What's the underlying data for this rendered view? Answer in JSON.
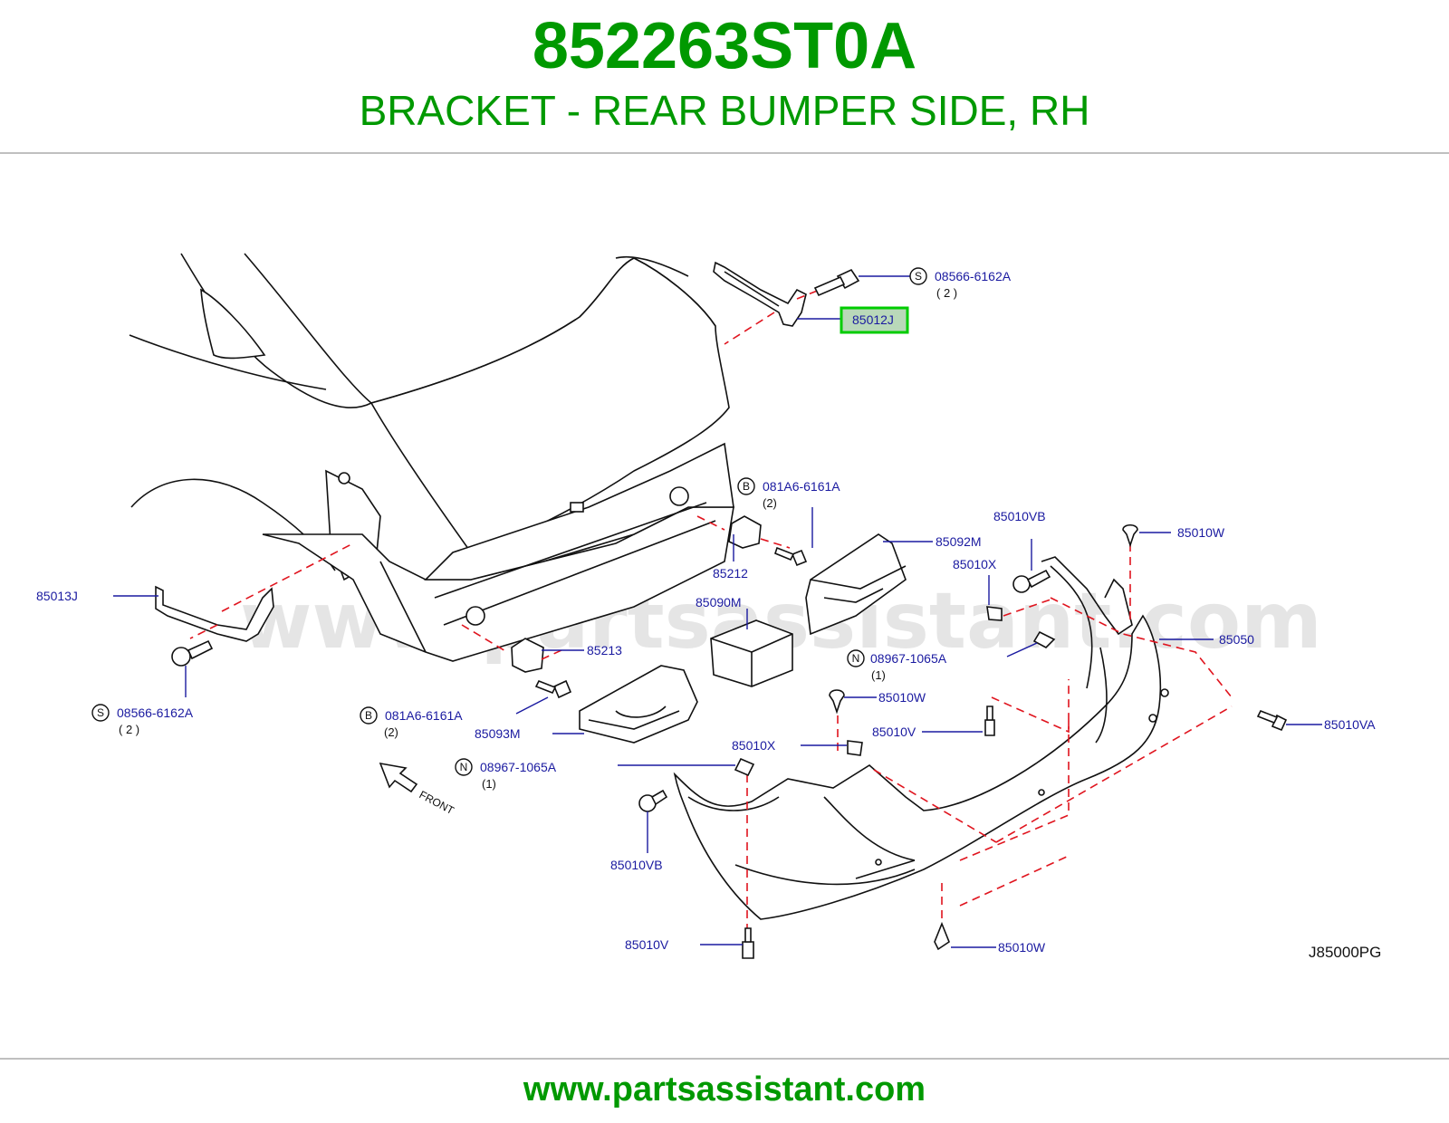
{
  "header": {
    "part_number": "852263ST0A",
    "description": "BRACKET - REAR BUMPER SIDE, RH"
  },
  "diagram": {
    "watermark": "www.partsassistant.com",
    "front_label": "FRONT",
    "code": "J85000PG",
    "highlighted_part": "85012J",
    "labels": {
      "p85012J": "85012J",
      "p08566_top": "08566-6162A",
      "p08566_top_qty": "( 2 )",
      "p085013J": "85013J",
      "p08566_left": "08566-6162A",
      "p08566_left_qty": "( 2 )",
      "p081A6_top": "081A6-6161A",
      "p081A6_top_qty": "(2)",
      "p85212": "85212",
      "p85092M": "85092M",
      "p85090M": "85090M",
      "p85213": "85213",
      "p081A6_mid": "081A6-6161A",
      "p081A6_mid_qty": "(2)",
      "p85093M": "85093M",
      "p08967_mid": "08967-1065A",
      "p08967_mid_qty": "(1)",
      "p08967_left": "08967-1065A",
      "p08967_left_qty": "(1)",
      "p85010VB_top": "85010VB",
      "p85010X_top": "85010X",
      "p85010W_top": "85010W",
      "p85050": "85050",
      "p85010W_mid": "85010W",
      "p85010X_mid": "85010X",
      "p85010V_mid": "85010V",
      "p85010VA": "85010VA",
      "p85010VB_bot": "85010VB",
      "p85010V_bot": "85010V",
      "p85010W_bot": "85010W"
    },
    "symbols": {
      "s": "S",
      "b": "B",
      "n": "N"
    }
  },
  "footer": {
    "url": "www.partsassistant.com"
  }
}
